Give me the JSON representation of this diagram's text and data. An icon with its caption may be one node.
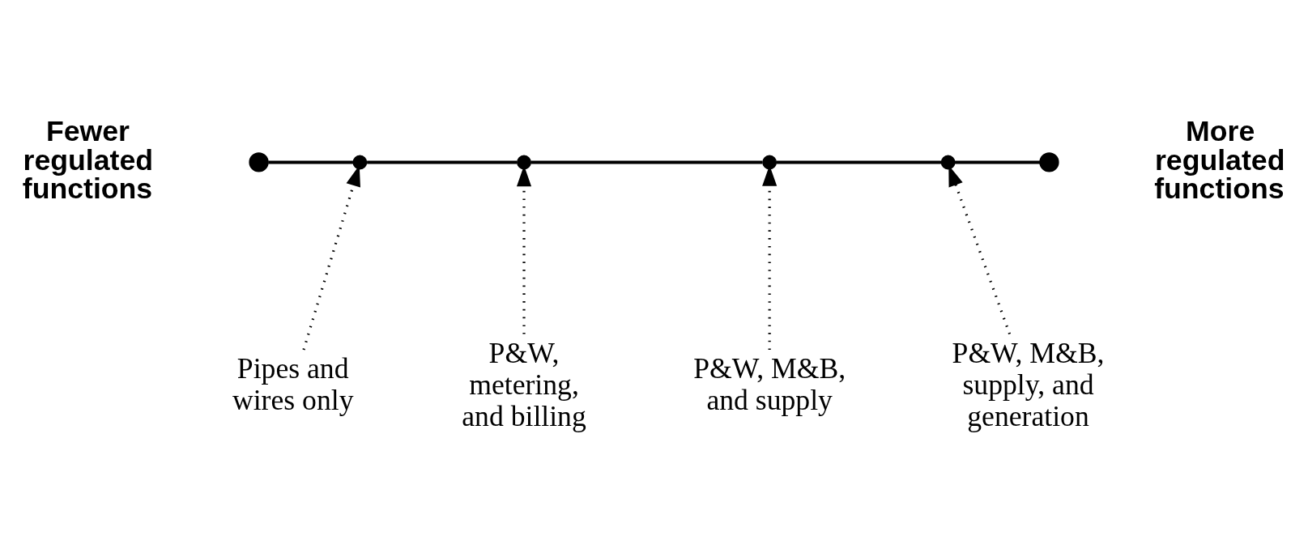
{
  "diagram": {
    "nodes": [
      {
        "text": [],
        "shape": "circle"
      },
      {
        "text": [],
        "shape": "circle"
      },
      {
        "text": [],
        "shape": "circle"
      },
      {
        "text": [],
        "shape": "circle"
      },
      {
        "text": [],
        "shape": "circle"
      },
      {
        "text": [],
        "shape": "circle"
      },
      {
        "text": [
          "Pipes and wires only"
        ]
      },
      {
        "text": [
          "P&W, metering, and billing"
        ]
      },
      {
        "text": [
          "P&W, M&B, and supply"
        ]
      },
      {
        "text": [
          "P&W, M&B, supply, and generation"
        ]
      }
    ],
    "edges": [
      {
        "from": 0,
        "to": 1,
        "arrow": "none"
      },
      {
        "from": 1,
        "to": 2,
        "arrow": "none"
      },
      {
        "from": 2,
        "to": 3,
        "arrow": "none"
      },
      {
        "from": 3,
        "to": 4,
        "arrow": "none"
      },
      {
        "from": 4,
        "to": 5,
        "arrow": "none"
      },
      {
        "from": 6,
        "to": 1,
        "arrow": "to",
        "style": "dashed"
      },
      {
        "from": 7,
        "to": 2,
        "arrow": "to",
        "style": "dashed"
      },
      {
        "from": 8,
        "to": 3,
        "arrow": "to",
        "style": "dashed"
      },
      {
        "from": 9,
        "to": 4,
        "arrow": "to",
        "style": "dashed"
      }
    ],
    "labels": [
      "Fewer regulated functions",
      "More regulated functions"
    ]
  }
}
